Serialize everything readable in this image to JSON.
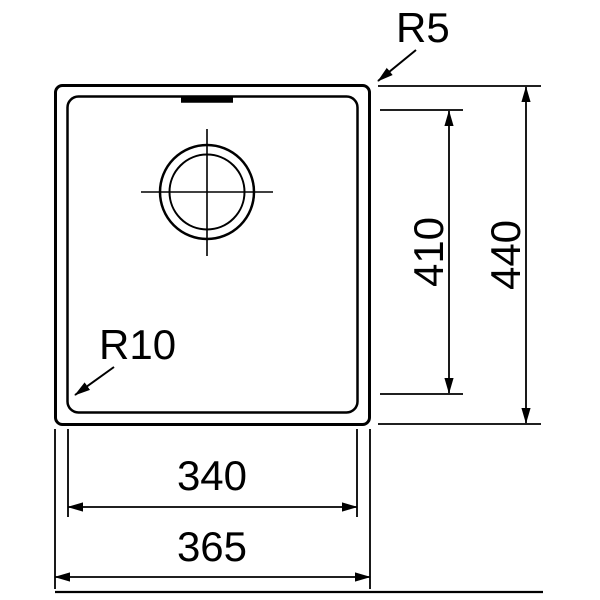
{
  "colors": {
    "line": "#000000",
    "background": "#ffffff"
  },
  "labels": {
    "radius_top_right": "R5",
    "radius_bottom_left": "R10",
    "inner_depth": "410",
    "overall_depth": "440",
    "inner_width": "340",
    "overall_width": "365"
  }
}
